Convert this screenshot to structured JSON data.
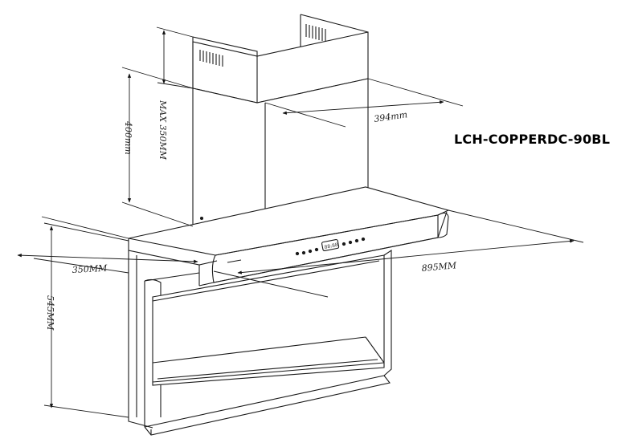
{
  "model_code": "LCH-COPPERDC-90BL",
  "dimensions": {
    "chimney_max": "MAX 350MM",
    "chimney_height": "400mm",
    "chimney_depth": "394mm",
    "hood_width": "895MM",
    "hood_depth": "350MM",
    "hood_height": "545MM"
  },
  "control_panel": {
    "display": "88:88"
  },
  "colors": {
    "line": "#1a1a1a",
    "background": "#ffffff"
  }
}
